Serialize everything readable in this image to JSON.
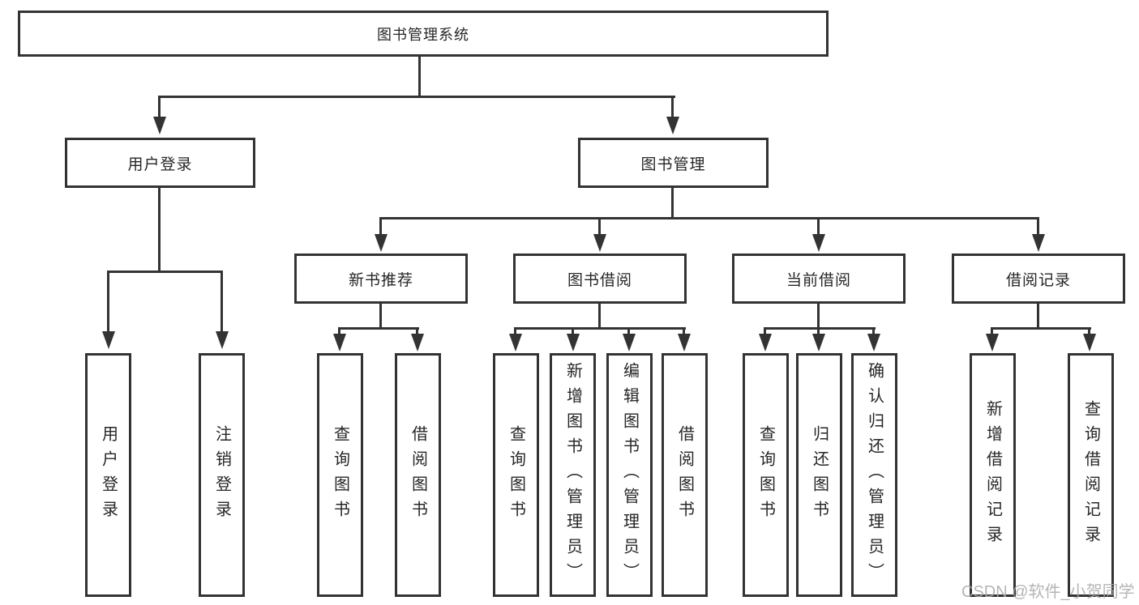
{
  "tree": {
    "label": "图书管理系统",
    "children": [
      {
        "label": "用户登录",
        "children": [
          {
            "label": "用户登录"
          },
          {
            "label": "注销登录"
          }
        ]
      },
      {
        "label": "图书管理",
        "children": [
          {
            "label": "新书推荐",
            "children": [
              {
                "label": "查询图书"
              },
              {
                "label": "借阅图书"
              }
            ]
          },
          {
            "label": "图书借阅",
            "children": [
              {
                "label": "查询图书"
              },
              {
                "label": "新增图书（管理员）"
              },
              {
                "label": "编辑图书（管理员）"
              },
              {
                "label": "借阅图书"
              }
            ]
          },
          {
            "label": "当前借阅",
            "children": [
              {
                "label": "查询图书"
              },
              {
                "label": "归还图书"
              },
              {
                "label": "确认归还（管理员）"
              }
            ]
          },
          {
            "label": "借阅记录",
            "children": [
              {
                "label": "新增借阅记录"
              },
              {
                "label": "查询借阅记录"
              }
            ]
          }
        ]
      }
    ]
  },
  "watermark": {
    "text": "CSDN @软件_小贺同学"
  },
  "colors": {
    "line": "#333333",
    "text": "#262626",
    "watermark": "#a9a9a9",
    "background": "#ffffff"
  }
}
